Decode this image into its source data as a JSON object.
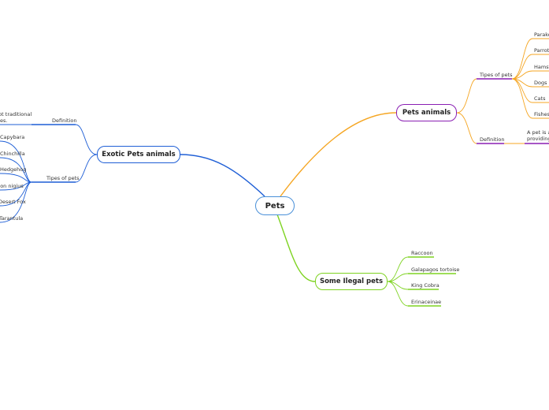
{
  "central": {
    "label": "Pets",
    "color": "#4a90d9"
  },
  "branches": {
    "pets_animals": {
      "label": "Pets animals",
      "color": "#f5a623",
      "accent": "#8a1fb3",
      "tipes_label": "Tipes of pets",
      "tipes": [
        "Parakeet",
        "Parrot",
        "Hamster",
        "Dogs",
        "Cats",
        "Fishes"
      ],
      "definition_label": "Definition",
      "definition_text": [
        "A pet is a compa",
        "providing co"
      ]
    },
    "exotic": {
      "label": "Exotic Pets animals",
      "color": "#1f5fd6",
      "definition_label": "Definition",
      "definition_text": [
        "...ot traditional",
        "...ies."
      ],
      "tipes_label": "Tipes of pets",
      "tipes": [
        "Capybara",
        "Chinchilla",
        "Hedgehog",
        "...on nigius",
        "Desert Fox",
        "Tarantula"
      ]
    },
    "illegal": {
      "label": "Some Ilegal pets",
      "color": "#7ed321",
      "items": [
        "Raccoon",
        "Galapagos tortoise",
        "King Cobra",
        "Erinaceinae"
      ]
    }
  }
}
